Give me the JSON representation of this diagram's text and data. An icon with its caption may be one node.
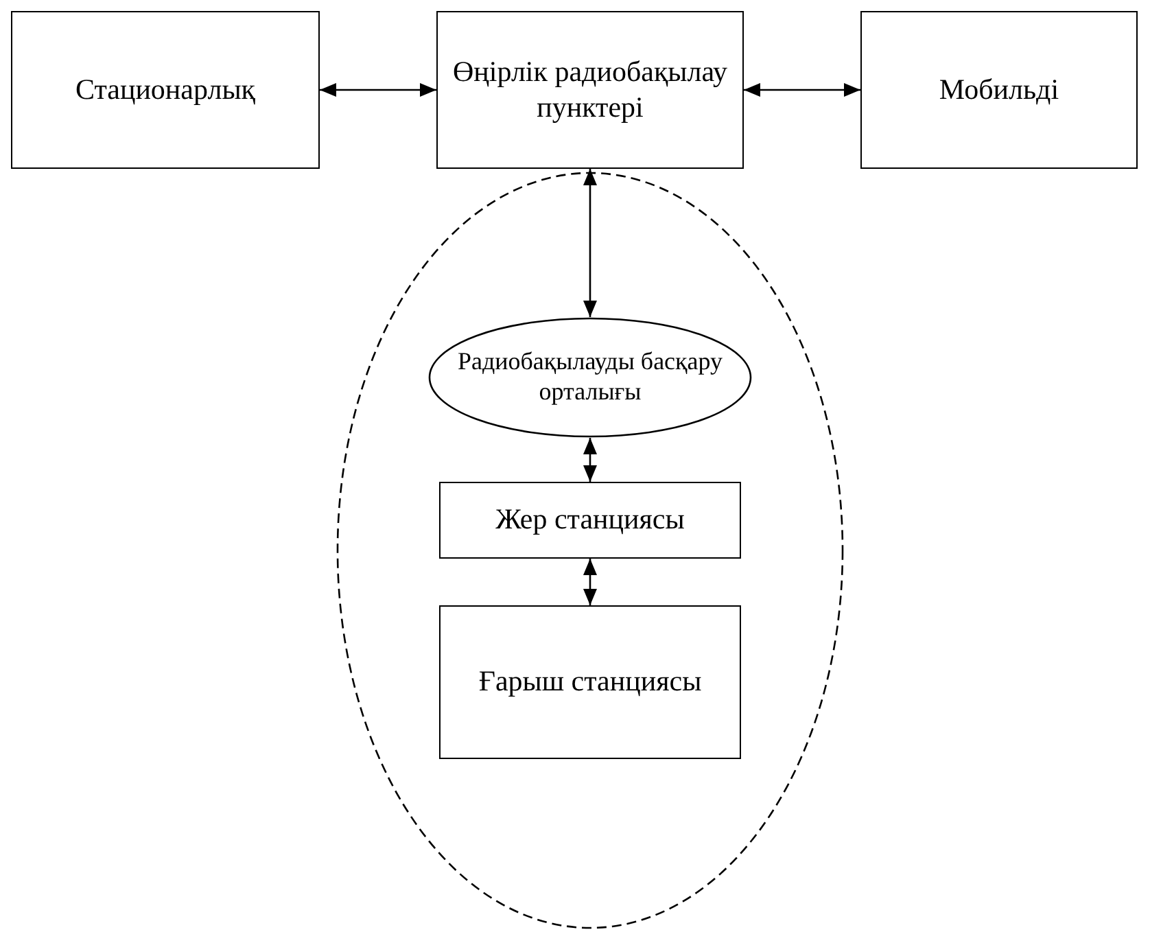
{
  "diagram": {
    "nodes": [
      {
        "text": [
          "Стационарлық"
        ]
      },
      {
        "text": [
          "Өңірлік радиобақылау пунктері"
        ]
      },
      {
        "text": [
          "Мобильді"
        ]
      },
      {
        "text": [],
        "shape": "ellipse"
      },
      {
        "text": [
          "Радиобақылауды басқару орталығы"
        ],
        "in": 3
      },
      {
        "text": [
          "Жер станциясы"
        ],
        "in": 3
      },
      {
        "text": [
          "Ғарыш станциясы"
        ],
        "in": 3
      }
    ],
    "edges": [
      {
        "from": 0,
        "to": 1,
        "arrow": "both"
      },
      {
        "from": 1,
        "to": 2,
        "arrow": "both"
      },
      {
        "from": 1,
        "to": 4,
        "arrow": "both"
      },
      {
        "from": 4,
        "to": 5,
        "arrow": "both"
      },
      {
        "from": 5,
        "to": 6,
        "arrow": "both"
      }
    ]
  }
}
